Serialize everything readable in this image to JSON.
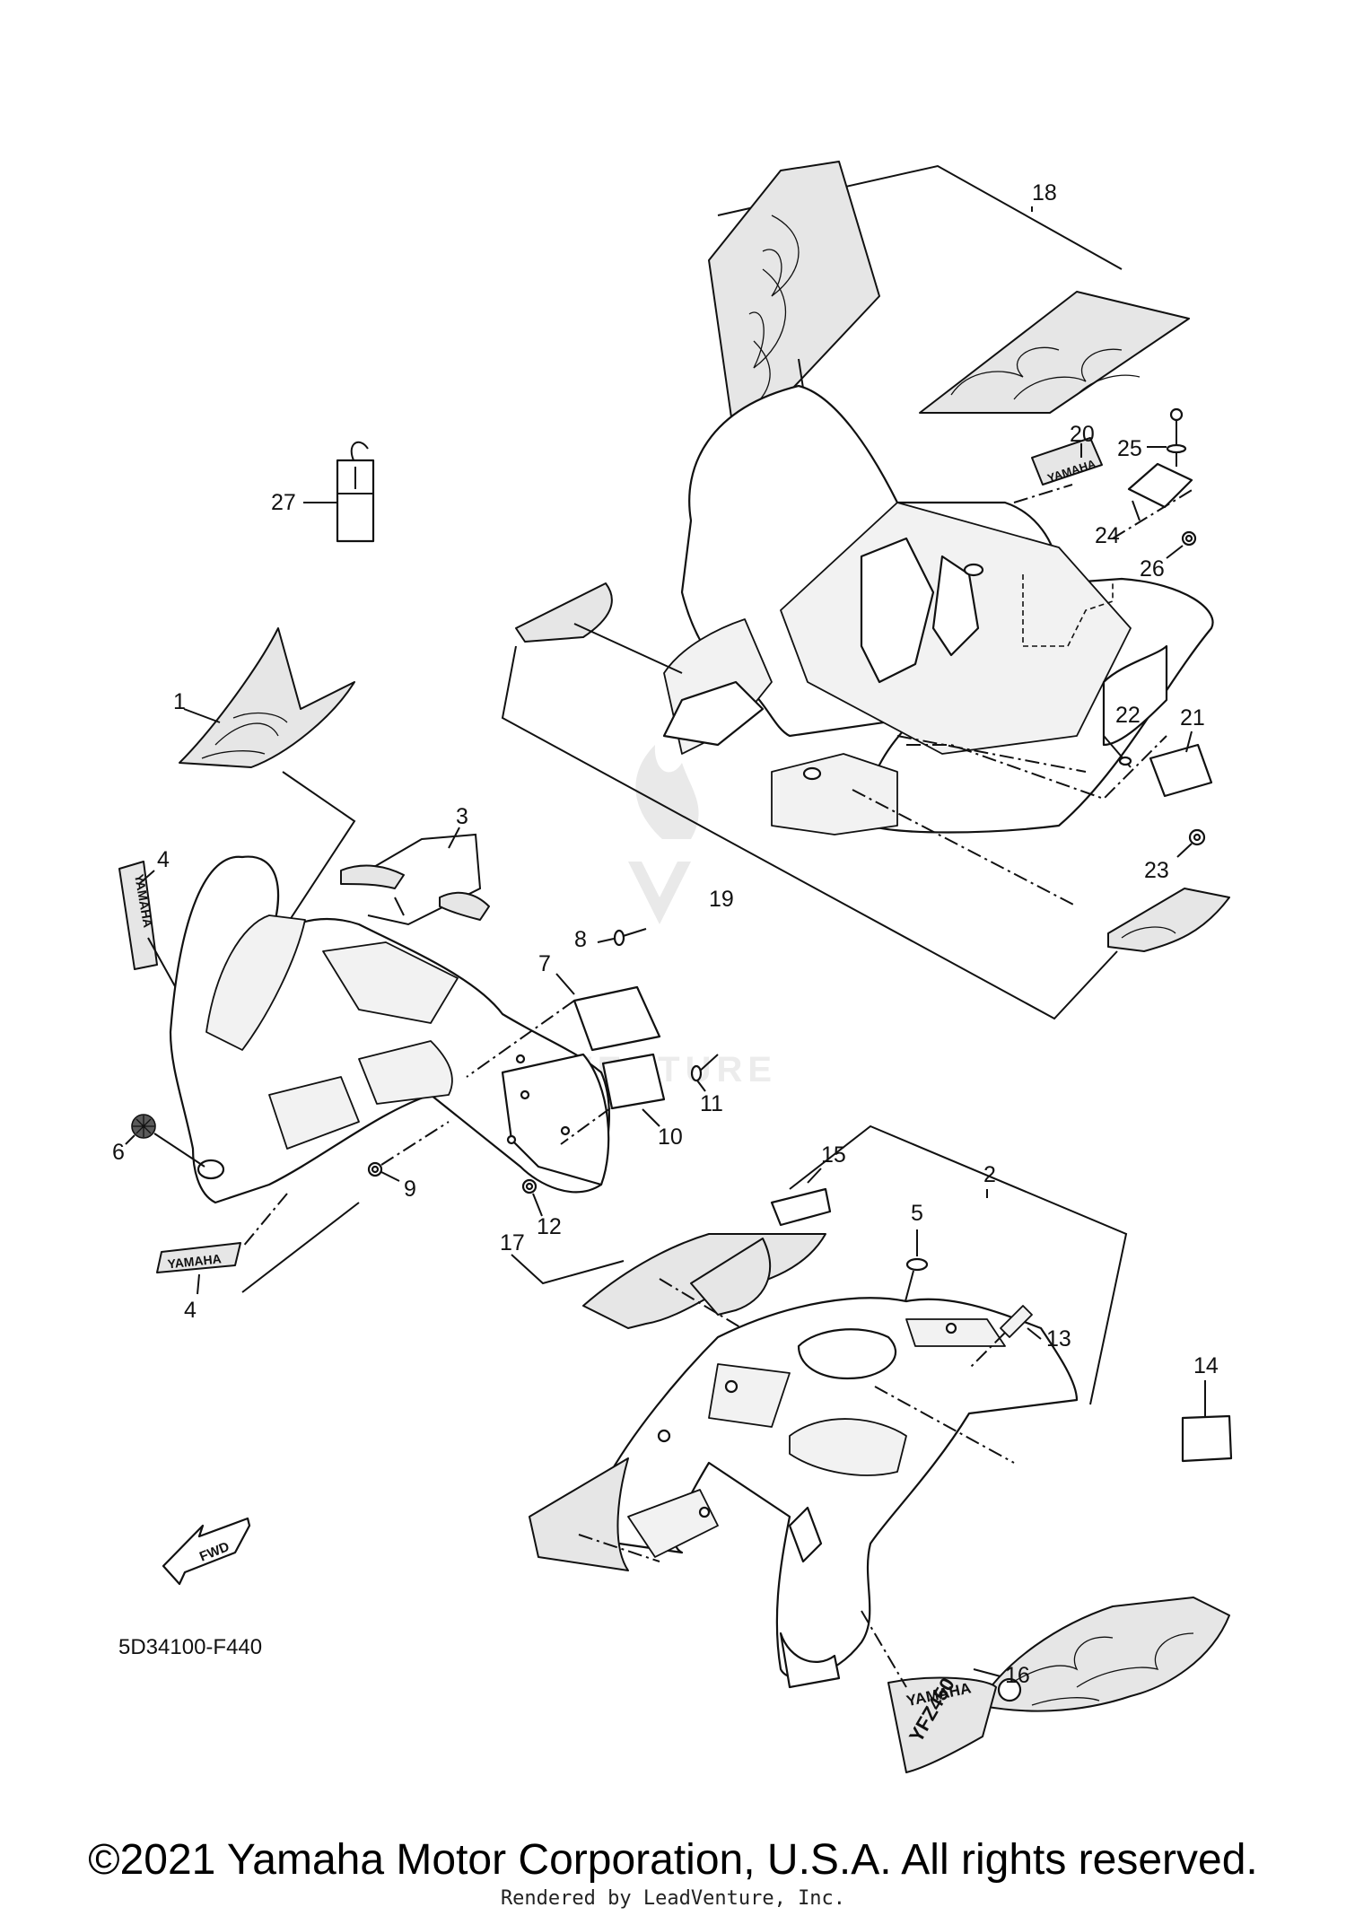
{
  "callouts": {
    "c1": "1",
    "c2": "2",
    "c3": "3",
    "c4a": "4",
    "c4b": "4",
    "c5": "5",
    "c6": "6",
    "c7": "7",
    "c8": "8",
    "c9": "9",
    "c10": "10",
    "c11": "11",
    "c12": "12",
    "c13": "13",
    "c14": "14",
    "c15": "15",
    "c16": "16",
    "c17": "17",
    "c18": "18",
    "c19": "19",
    "c20": "20",
    "c21": "21",
    "c22": "22",
    "c23": "23",
    "c24": "24",
    "c25": "25",
    "c26": "26",
    "c27": "27"
  },
  "decal_text": {
    "yamaha_upper": "YAMAHA",
    "yamaha_lower": "YAMAHA",
    "yamaha_small": "YAMAHA",
    "yamaha_16": "YAMAHA",
    "model_16": "YFZ450"
  },
  "fwd_label": "FWD",
  "watermark": "LEADVENTURE",
  "diagram_code": "5D34100-F440",
  "copyright": "©2021 Yamaha Motor Corporation, U.S.A. All rights reserved.",
  "rendered_by": "Rendered by LeadVenture, Inc."
}
